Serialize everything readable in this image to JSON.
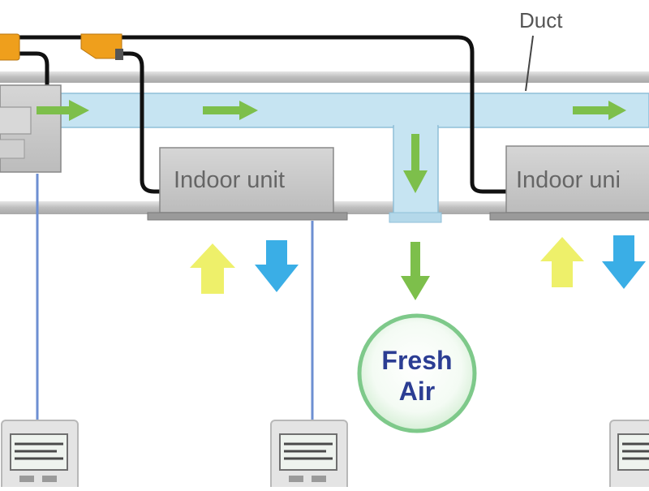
{
  "labels": {
    "duct": "Duct",
    "indoor_unit_1": "Indoor unit",
    "indoor_unit_2": "Indoor uni",
    "fresh_air_line1": "Fresh",
    "fresh_air_line2": "Air"
  },
  "colors": {
    "duct_fill": "#c6e4f2",
    "duct_stroke": "#8fbfd8",
    "ceiling_pipe": "#bcbcbc",
    "refrigerant_pipe": "#111111",
    "connector": "#ef9f1c",
    "unit_fill": "#c8c8c8",
    "green_arrow": "#7dbf4b",
    "intake_arrow": "#eef06a",
    "outlet_arrow": "#3aaee6",
    "remote_wire": "#6d8fd2",
    "fresh_air_text": "#2b3d93",
    "fresh_air_ring": "#7ec98a"
  },
  "icons": {
    "flow_arrow": "green-arrow-icon",
    "air_intake": "yellow-up-arrow-icon",
    "air_outlet": "blue-down-arrow-icon",
    "controller": "remote-controller-icon",
    "connector": "orange-connector-icon"
  }
}
